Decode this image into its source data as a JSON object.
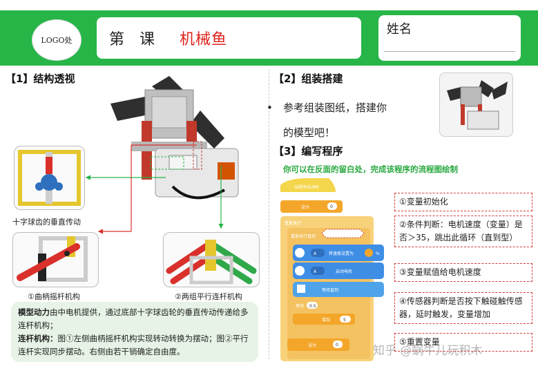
{
  "header": {
    "logo": "LOGO处",
    "lesson": "第课",
    "lesson_name": "机械鱼",
    "name_label": "姓名"
  },
  "section1": {
    "title": "【1】结构透视",
    "caption_crown": "十字球齿的垂直传动",
    "caption_crank": "①曲柄摇杆机构",
    "caption_parallel": "②两组平行连杆机构",
    "desc_line1_bold": "模型动力",
    "desc_line1": "由中电机提供，通过底部十字球齿轮的垂直传动传递给多连杆机构；",
    "desc_line2_bold": "连杆机构：",
    "desc_line2": "图①左侧曲柄摇杆机构实现转动转换为摆动；图②平行连杆实现同步摆动。右侧由若干销确定自由度。"
  },
  "section2": {
    "title": "【2】组装搭建",
    "bullet": "•",
    "line1": "参考组装图纸，搭建你",
    "line2": "的模型吧！"
  },
  "section3": {
    "title": "【3】编写程序",
    "hint": "你可以在反面的留白处，完成该程序的流程图绘制",
    "blocks": {
      "start": "当程序启动时",
      "set_var": "设为",
      "set_var_val": "0",
      "forever": "重复执行",
      "repeat_until": "重复执行直到",
      "motor_speed": "将速度设置为",
      "motor_speed_unit": "%",
      "motor_run": "启动电机",
      "motor_a": "A",
      "wait_touch": "等待直到",
      "wait": "等待",
      "wait_val": "0.5",
      "change_by": "增加",
      "change_val": "5",
      "set_end": "设为",
      "set_end_val": "0"
    },
    "steps": [
      "①变量初始化",
      "②条件判断：电机速度（变量）是否＞35，跳出此循环（直到型）",
      "③变量赋值给电机速度",
      "④传感器判断是否按下触碰触传感器，延时触发，变量增加",
      "⑤重置变量"
    ]
  },
  "watermark": "知乎 @蜗牛儿玩积木"
}
